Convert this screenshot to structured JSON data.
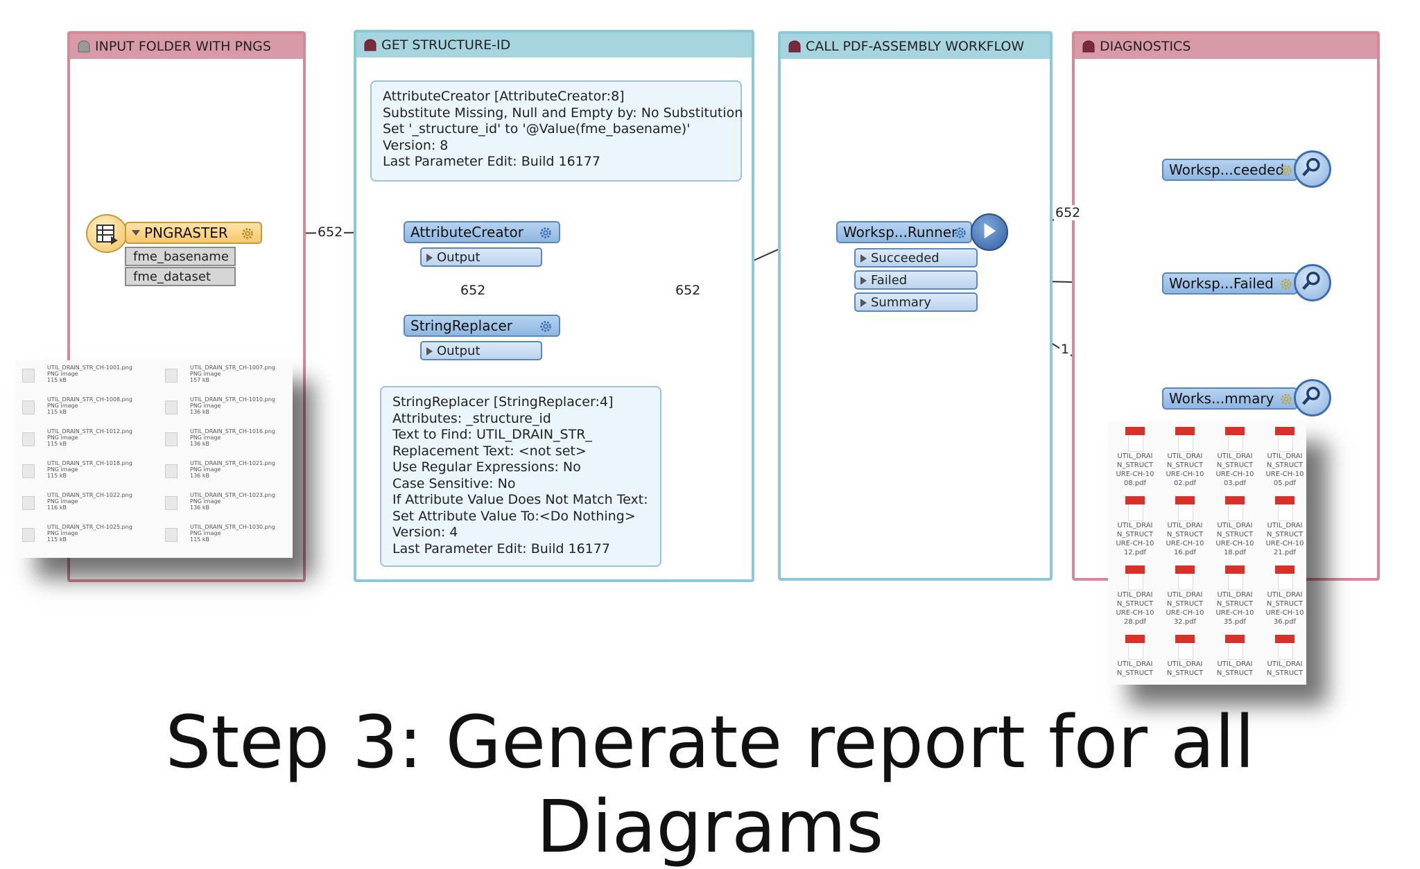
{
  "bookmarks": {
    "input": "INPUT FOLDER WITH PNGS",
    "get_id": "GET STRUCTURE-ID",
    "call": "CALL PDF-ASSEMBLY WORKFLOW",
    "diag": "DIAGNOSTICS"
  },
  "reader": {
    "name": "PNGRASTER",
    "attrs": [
      "fme_basename",
      "fme_dataset"
    ]
  },
  "attribute_creator": {
    "name": "AttributeCreator",
    "port": "Output",
    "annotation": "AttributeCreator [AttributeCreator:8]\nSubstitute Missing, Null and Empty by: No Substitution\nSet '_structure_id' to '@Value(fme_basename)'\nVersion: 8\nLast Parameter Edit: Build 16177"
  },
  "string_replacer": {
    "name": "StringReplacer",
    "port": "Output",
    "annotation": "StringReplacer [StringReplacer:4]\nAttributes: _structure_id\nText to Find: UTIL_DRAIN_STR_\nReplacement Text: <not set>\nUse Regular Expressions: No\nCase Sensitive: No\nIf Attribute Value Does Not Match Text:\nSet Attribute Value To:<Do Nothing>\nVersion: 4\nLast Parameter Edit: Build 16177"
  },
  "runner": {
    "name": "Worksp...Runner",
    "ports": [
      "Succeeded",
      "Failed",
      "Summary"
    ]
  },
  "inspectors": [
    "Worksp...ceeded",
    "Worksp...Failed",
    "Works...mmary"
  ],
  "counts": {
    "reader_to_ac": "652",
    "ac_to_sr": "652",
    "sr_to_runner": "652",
    "succeeded": "652",
    "summary": "1"
  },
  "caption": "Step 3: Generate report for all Diagrams",
  "colors": {
    "pink_bookmark": "#d99aa8",
    "blue_bookmark": "#a6d4df",
    "transformer": "#8fb7e1",
    "reader": "#f7c96a",
    "connector_port": "#3cb43c"
  }
}
